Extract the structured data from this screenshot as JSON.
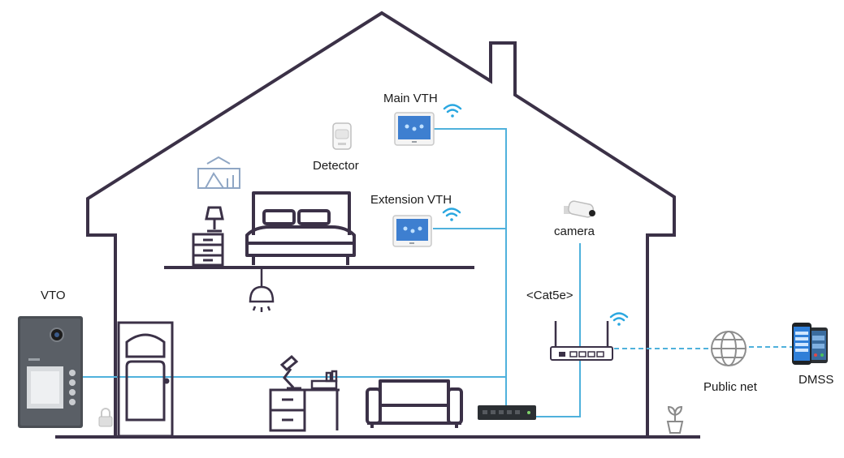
{
  "labels": {
    "main_vth": "Main VTH",
    "detector": "Detector",
    "extension_vth": "Extension VTH",
    "camera": "camera",
    "cat5e": "<Cat5e>",
    "vto": "VTO",
    "public_net": "Public net",
    "dmss": "DMSS"
  },
  "colors": {
    "house": "#3b3147",
    "cable": "#4fb1dc",
    "wifi": "#2aa7e0",
    "device": "#a9aeb6",
    "dark_device": "#4a4e54"
  },
  "icons": [
    "wifi-icon",
    "globe-icon",
    "phone-icon",
    "lock-icon",
    "plant-icon"
  ]
}
